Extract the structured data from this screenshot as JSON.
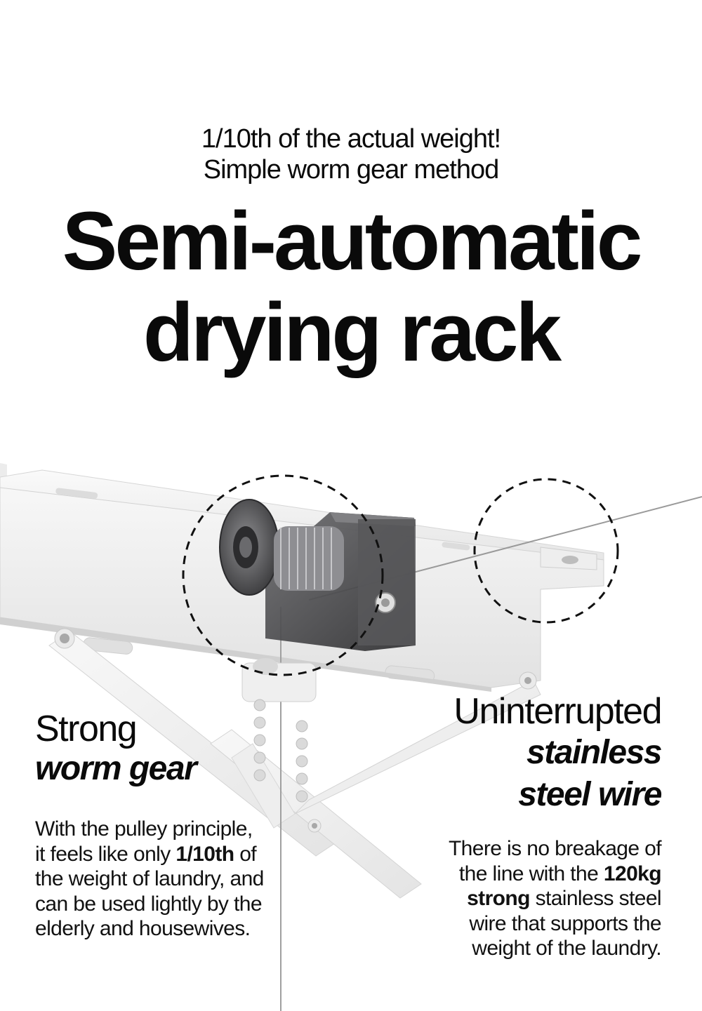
{
  "header": {
    "subtitle_line1": "1/10th of the actual weight!",
    "subtitle_line2": "Simple worm gear method",
    "title_line1": "Semi-automatic",
    "title_line2": "drying rack"
  },
  "left_feature": {
    "heading_plain": "Strong",
    "heading_bold": "worm gear",
    "desc": {
      "line1": "With the pulley principle,",
      "line2_pre": "it feels like only ",
      "line2_bold": "1/10th",
      "line2_post": " of",
      "line3": "the weight of laundry, and",
      "line4": "can be used lightly by the",
      "line5": "elderly and housewives."
    }
  },
  "right_feature": {
    "heading_plain": "Uninterrupted",
    "heading_bold1": "stainless",
    "heading_bold2": "steel wire",
    "desc": {
      "line1": "There is no breakage of",
      "line2_pre": "the line with the ",
      "line2_bold": "120kg",
      "line3_bold": "strong",
      "line3_post": " stainless steel",
      "line4": "wire that supports the",
      "line5": "weight of the laundry."
    }
  },
  "colors": {
    "background": "#ffffff",
    "text": "#0a0a0a",
    "rack_white": "#f3f3f3",
    "rack_shadow": "#dcdcdc",
    "gear_housing": "#4a4a4c",
    "wire": "#9a9a9a"
  },
  "icons": {
    "gear_highlight": "dashed-circle",
    "wire_highlight": "dashed-circle"
  }
}
